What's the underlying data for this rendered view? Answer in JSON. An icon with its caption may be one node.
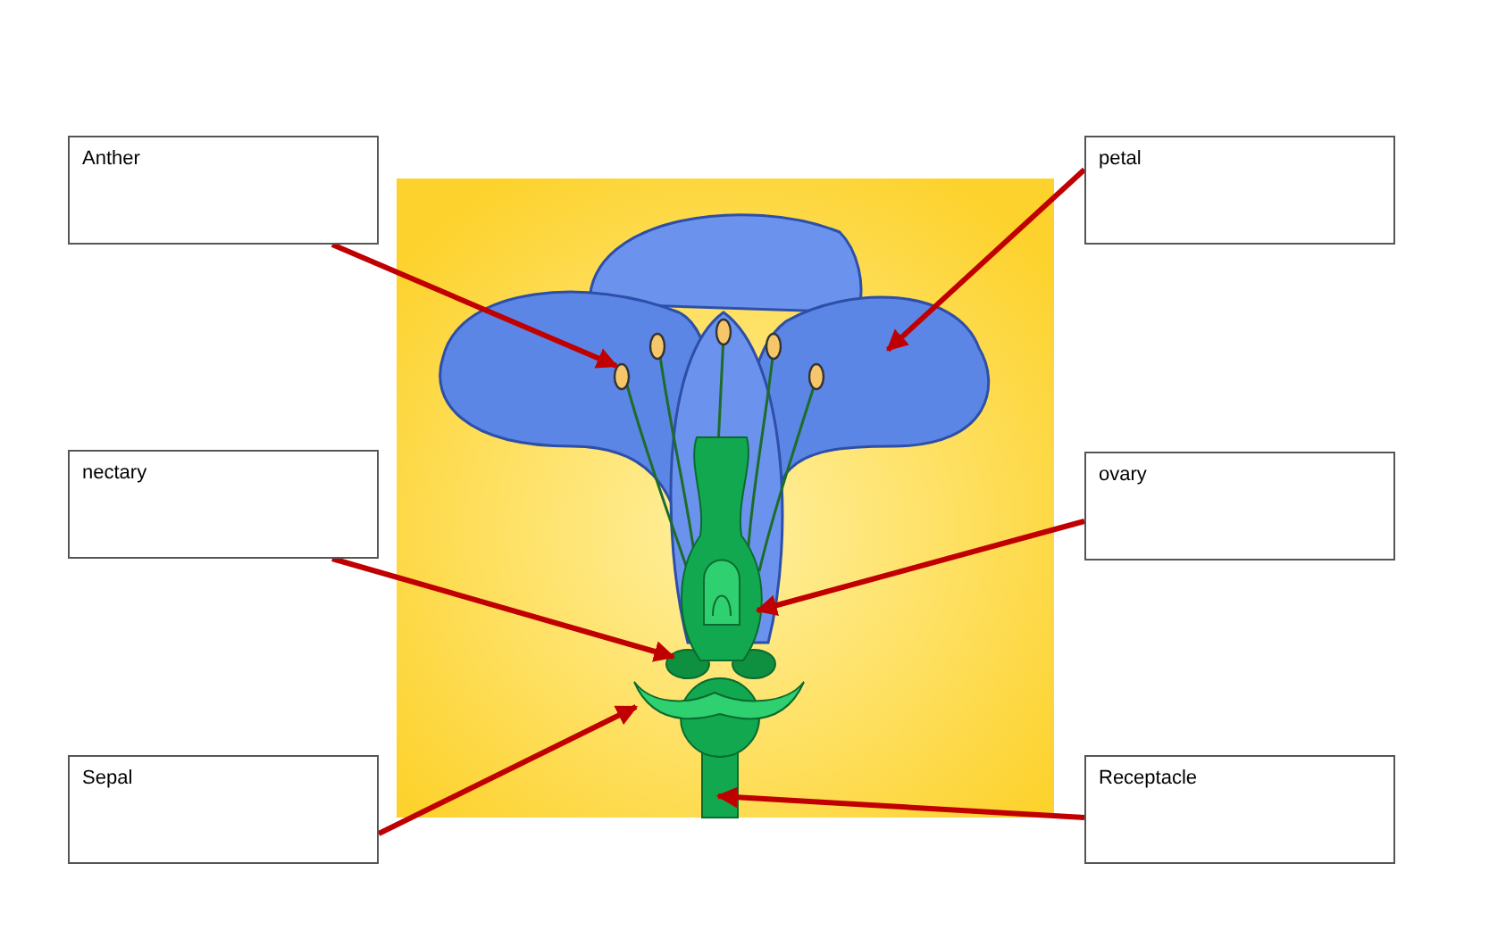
{
  "diagram": {
    "nodes": [
      {
        "text": [
          "Anther"
        ]
      },
      {
        "text": [
          "petal"
        ]
      },
      {
        "text": [
          "nectary"
        ]
      },
      {
        "text": [
          "ovary"
        ]
      },
      {
        "text": [
          "Sepal"
        ]
      },
      {
        "text": [
          "Receptacle"
        ]
      }
    ],
    "edges": [
      {
        "from": 0,
        "to": null,
        "arrow": "to",
        "color": "#c00000"
      },
      {
        "from": 1,
        "to": null,
        "arrow": "to",
        "color": "#c00000"
      },
      {
        "from": 2,
        "to": null,
        "arrow": "to",
        "color": "#c00000"
      },
      {
        "from": 3,
        "to": null,
        "arrow": "to",
        "color": "#c00000"
      },
      {
        "from": 4,
        "to": null,
        "arrow": "to",
        "color": "#c00000"
      },
      {
        "from": 5,
        "to": null,
        "arrow": "to",
        "color": "#c00000"
      }
    ]
  }
}
